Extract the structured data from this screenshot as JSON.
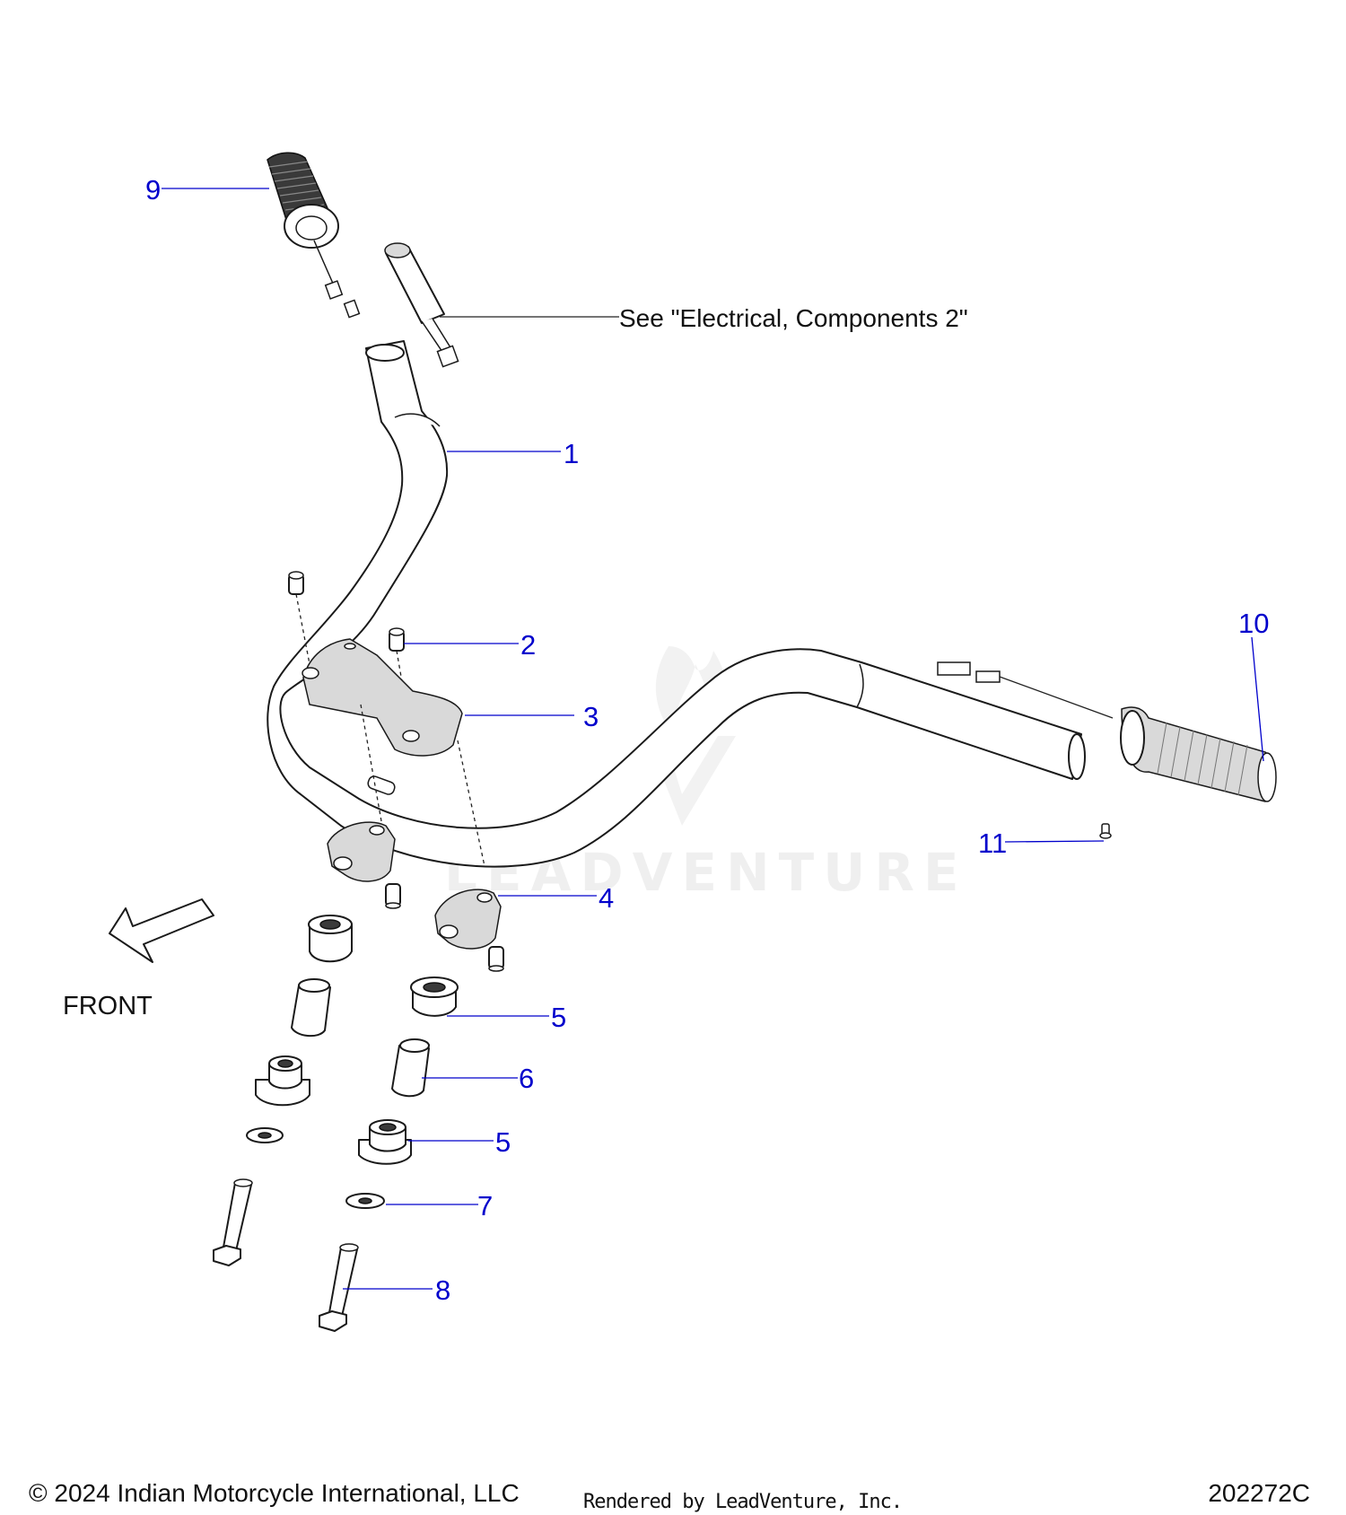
{
  "callouts": {
    "c1": "1",
    "c2": "2",
    "c3": "3",
    "c4": "4",
    "c5a": "5",
    "c5b": "5",
    "c6": "6",
    "c7": "7",
    "c8": "8",
    "c9": "9",
    "c10": "10",
    "c11": "11"
  },
  "reference_note": "See \"Electrical, Components 2\"",
  "direction_label": "FRONT",
  "watermark_text": "LEADVENTURE",
  "footer": {
    "copyright": "© 2024 Indian Motorcycle International, LLC",
    "rendered_by": "Rendered by LeadVenture, Inc.",
    "drawing_number": "202272C"
  },
  "colors": {
    "callout": "#0000cc",
    "line_art": "#1a1a1a"
  }
}
